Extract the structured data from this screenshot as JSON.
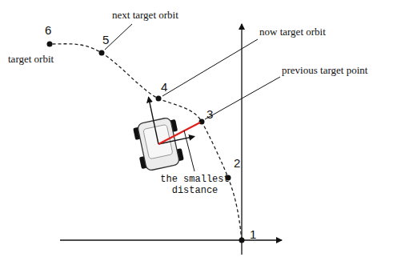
{
  "diagram": {
    "labels": [
      "6",
      "5",
      "4",
      "3",
      "2",
      "1",
      "next target orbit",
      "now target orbit",
      "target orbit",
      "previous target point",
      "the smallest distance"
    ]
  }
}
